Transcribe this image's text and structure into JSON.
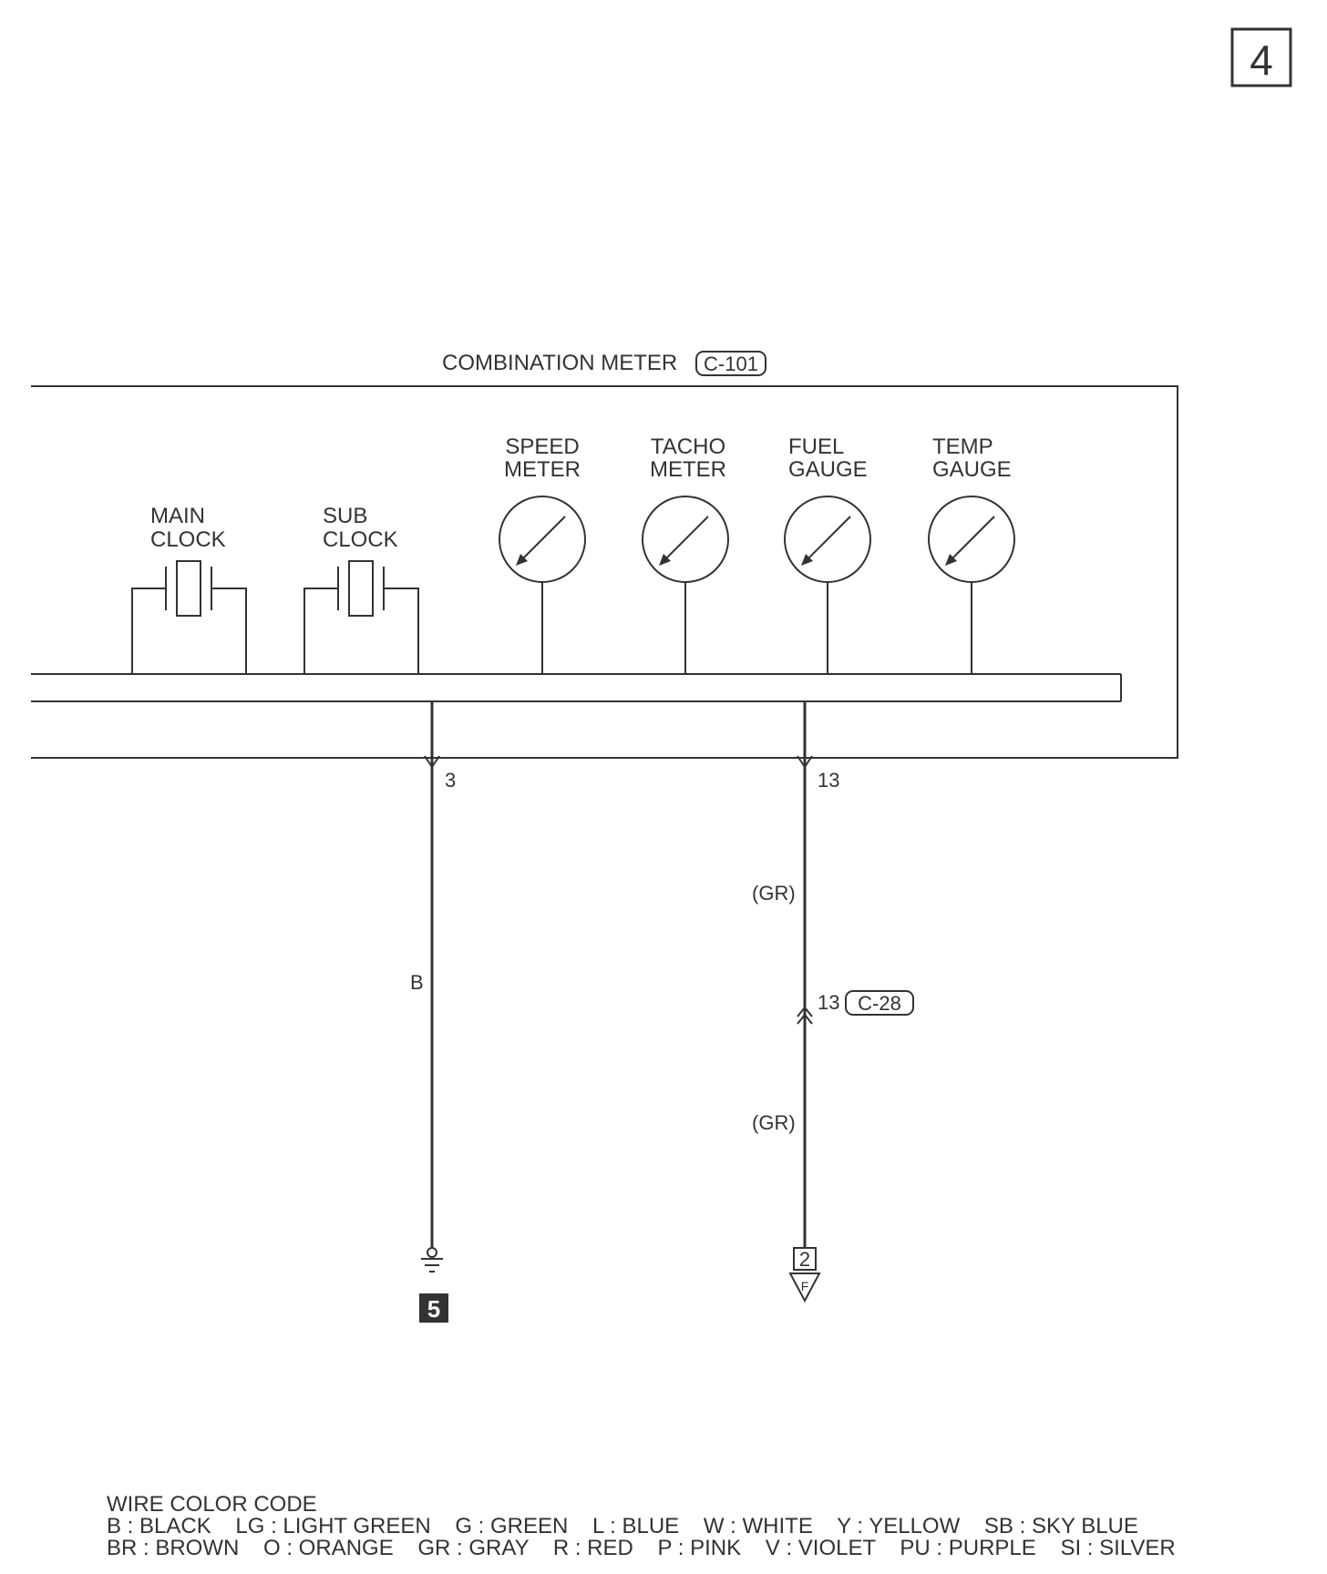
{
  "page_number": "4",
  "meter": {
    "title": "COMBINATION METER",
    "connector": "C-101",
    "clocks": [
      {
        "line1": "MAIN",
        "line2": "CLOCK"
      },
      {
        "line1": "SUB",
        "line2": "CLOCK"
      }
    ],
    "gauges": [
      {
        "line1": "SPEED",
        "line2": "METER"
      },
      {
        "line1": "TACHO",
        "line2": "METER"
      },
      {
        "line1": "FUEL",
        "line2": "GAUGE"
      },
      {
        "line1": "TEMP",
        "line2": "GAUGE"
      }
    ]
  },
  "wires": {
    "left": {
      "pin": "3",
      "color_code": "B",
      "ground_ref": "5"
    },
    "right": {
      "pin": "13",
      "color_upper": "(GR)",
      "junction_pin": "13",
      "junction_connector": "C-28",
      "color_lower": "(GR)",
      "continue_ref": "2",
      "continue_letter": "F"
    }
  },
  "legend": {
    "title": "WIRE COLOR CODE",
    "row1": "B : BLACK    LG : LIGHT GREEN    G : GREEN    L : BLUE    W : WHITE    Y : YELLOW    SB : SKY BLUE",
    "row2": "BR : BROWN    O : ORANGE    GR : GRAY    R : RED    P : PINK    V : VIOLET    PU : PURPLE    SI : SILVER"
  }
}
